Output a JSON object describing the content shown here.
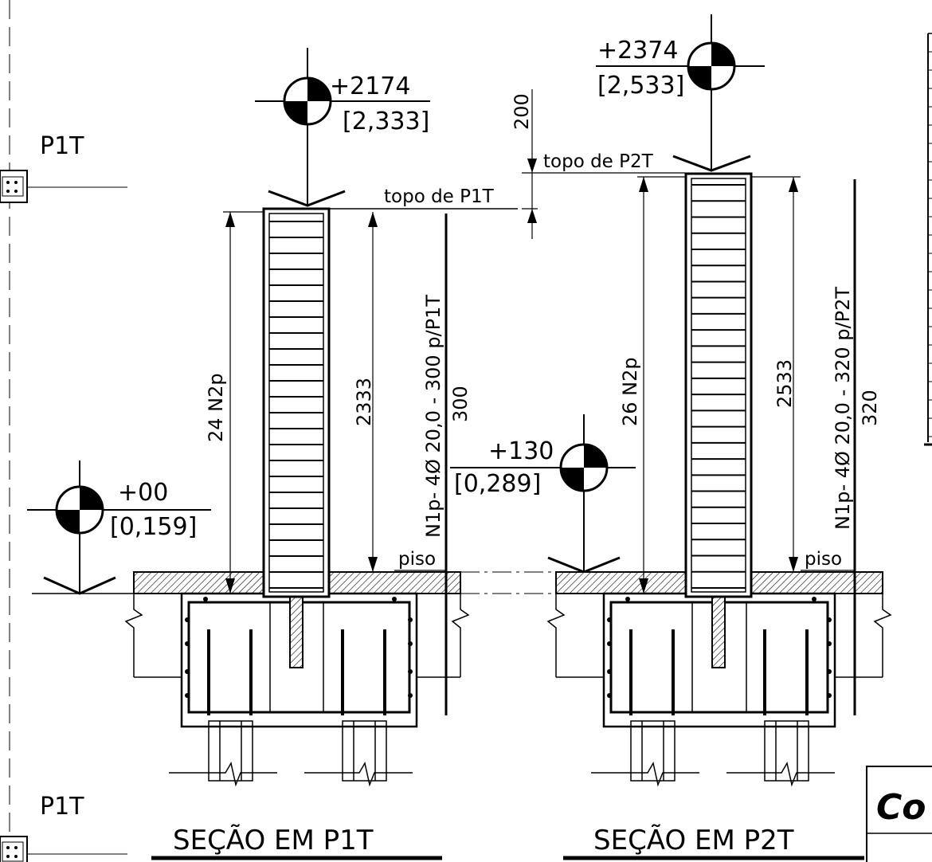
{
  "drawing": {
    "section_left_title": "SEÇÃO EM P1T",
    "section_right_title": "SEÇÃO EM P2T",
    "pillar_label_top": "P1T",
    "pillar_label_bottom": "P1T",
    "stamp_partial": "Co",
    "left": {
      "level_top_value": "+2174",
      "level_top_bracket": "[2,333]",
      "level_base_value": "+00",
      "level_base_bracket": "[0,159]",
      "top_note": "topo de P1T",
      "floor_note": "piso",
      "stirrups_label": "24 N2p",
      "height_dim": "2333",
      "bar_label": "N1p- 4Ø 20,0 - 300 p/P1T",
      "bar_length": "300"
    },
    "middle": {
      "level_value": "+130",
      "level_bracket": "[0,289]",
      "gap_dim": "200"
    },
    "right": {
      "level_top_value": "+2374",
      "level_top_bracket": "[2,533]",
      "top_note": "topo de P2T",
      "floor_note": "piso",
      "stirrups_label": "26 N2p",
      "height_dim": "2533",
      "bar_label": "N1p- 4Ø 20,0 - 320 p/P2T",
      "bar_length": "320"
    }
  }
}
